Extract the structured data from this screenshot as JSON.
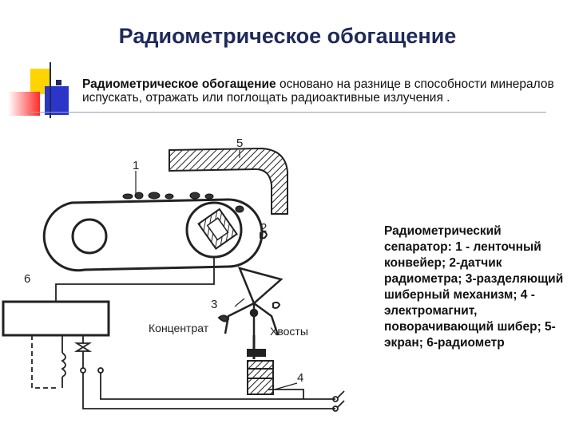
{
  "title": "Радиометрическое обогащение",
  "intro": {
    "term": "Радиометрическое обогащение",
    "text": " основано на разнице в способности минералов испускать, отражать или поглощать радиоактивные излучения ."
  },
  "diagram": {
    "labels": {
      "l1": "1",
      "l2": "2",
      "l3": "3",
      "l4": "4",
      "l5": "5",
      "l6": "6",
      "concentrate": "Концентрат",
      "tails": "Хвосты"
    }
  },
  "caption": "Радиометрический сепаратор: 1 - ленточный конвейер; 2-датчик радиометра; 3-разделяющий шиберный механизм; 4 - электромагнит, поворачивающий шибер; 5-экран; 6-радиометр",
  "colors": {
    "title": "#1f2a5a",
    "accent_yellow": "#ffd400",
    "accent_blue": "#2b36c9",
    "accent_red": "#ff2020"
  }
}
